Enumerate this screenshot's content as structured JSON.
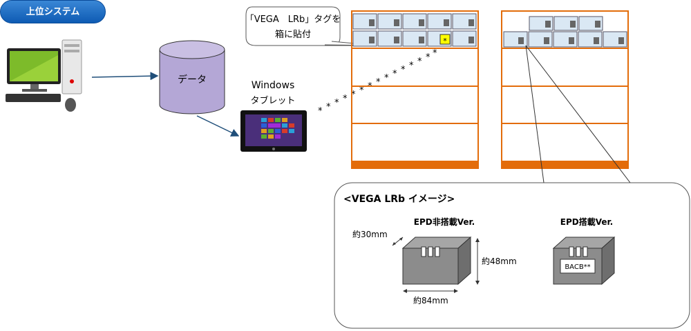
{
  "host_system_label": "上位システム",
  "database_label": "データ",
  "tablet_label_line1": "Windows",
  "tablet_label_line2": "タブレット",
  "callout_line1": "「VEGA　LRb」タグを",
  "callout_line2": "箱に貼付",
  "tag_marker": "*",
  "detail_title": "<VEGA LRb イメージ>",
  "variant_no_epd_label": "EPD非搭載Ver.",
  "variant_epd_label": "EPD搭載Ver.",
  "depth_label": "約30mm",
  "height_label": "約48mm",
  "width_label": "約84mm",
  "epd_display_text": "BACB**",
  "colors": {
    "shelf_orange": "#e36c0a",
    "db_purple": "#b4a7d6",
    "accent_blue": "#1f4e79",
    "highlight_tag": "#ffff00"
  }
}
